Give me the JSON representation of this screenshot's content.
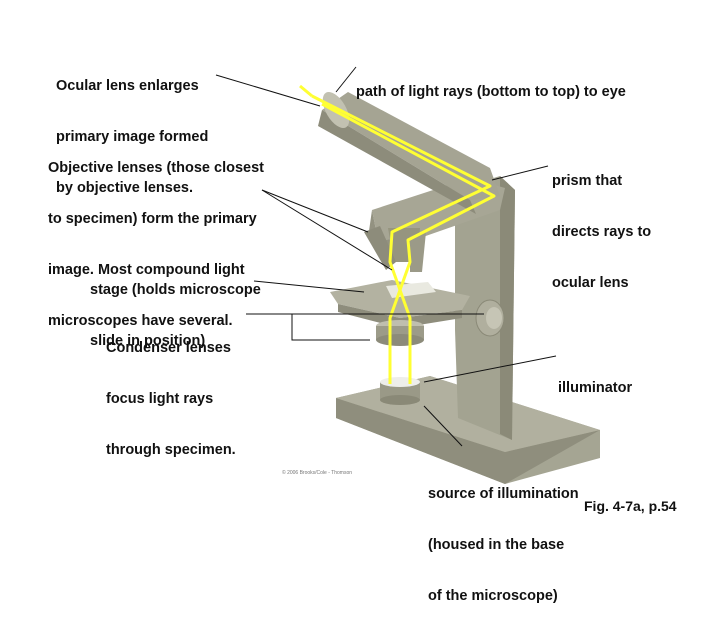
{
  "labels": {
    "ocular": [
      "Ocular lens enlarges",
      "primary image formed",
      "by objective lenses."
    ],
    "path": [
      "path of light rays (bottom to top) to eye"
    ],
    "objective": [
      "Objective lenses (those closest",
      "to specimen) form the primary",
      "image. Most compound light",
      "microscopes have several."
    ],
    "prism": [
      "prism that",
      "directs rays to",
      "ocular lens"
    ],
    "stage": [
      "stage (holds microscope",
      "slide in position)"
    ],
    "condenser": [
      "Condenser lenses",
      "focus light rays",
      "through specimen."
    ],
    "illuminator": [
      "illuminator"
    ],
    "source": [
      "source of illumination",
      "(housed in the base",
      "of the microscope)"
    ]
  },
  "copyright": "© 2006 Brooks/Cole - Thomson",
  "figure_ref": "Fig. 4-7a, p.54",
  "colors": {
    "body": "#a3a391",
    "body_dark": "#8b8a78",
    "light_ray": "#ffff33",
    "leader_line": "#111111"
  }
}
